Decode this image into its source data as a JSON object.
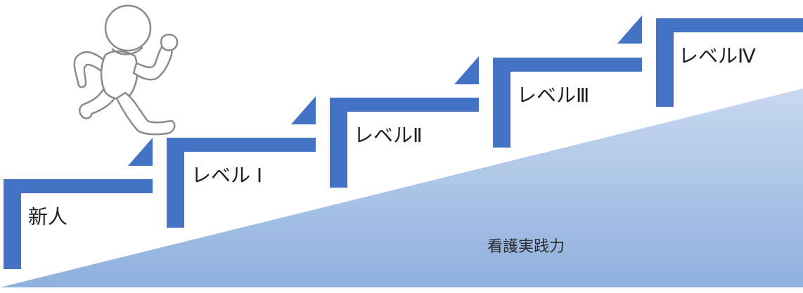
{
  "steps": [
    {
      "label": "新人"
    },
    {
      "label": "レベル Ⅰ"
    },
    {
      "label": "レベルⅡ"
    },
    {
      "label": "レベルⅢ"
    },
    {
      "label": "レベルⅣ"
    }
  ],
  "ramp": {
    "label": "看護実践力"
  },
  "colors": {
    "step": "#4472c4",
    "ramp_light": "#c9d9ef",
    "ramp_dark": "#8eb0de",
    "figure_stroke": "#8a8a8a"
  },
  "icons": {
    "figure": "running-person-icon"
  }
}
